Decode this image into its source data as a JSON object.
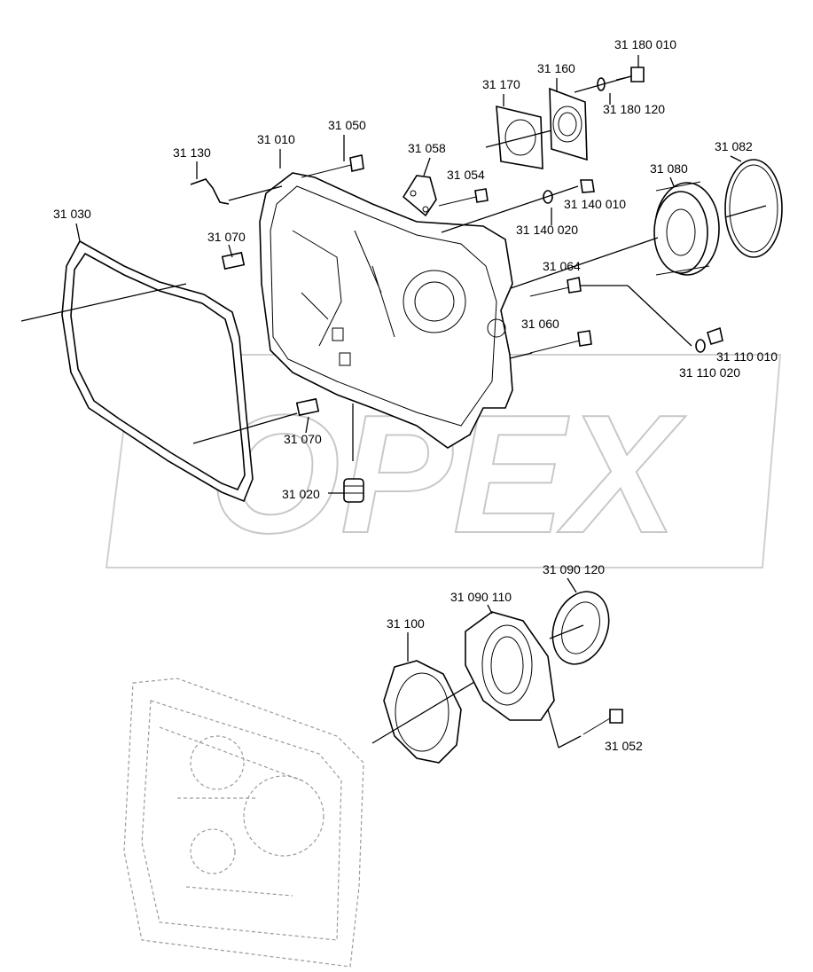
{
  "watermark": "OPEX",
  "labels": [
    "31 180 010",
    "31 160",
    "31 170",
    "31 180  120",
    "31 050",
    "31 010",
    "31 130",
    "31 058",
    "31 054",
    "31 140 010",
    "31 140 020",
    "31 082",
    "31 080",
    "31 030",
    "31 070",
    "31 064",
    "31 060",
    "31 110 010",
    "31 110 020",
    "31 070",
    "31 020",
    "31 090 120",
    "31 090 110",
    "31 100",
    "31 052"
  ]
}
